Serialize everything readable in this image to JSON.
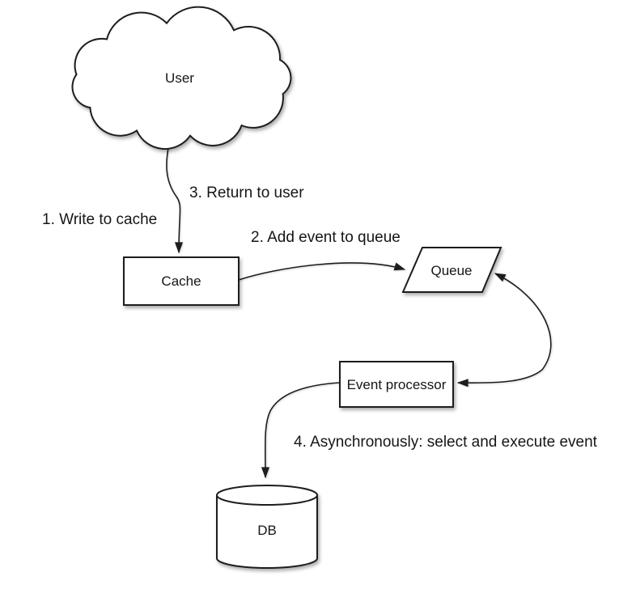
{
  "diagram": {
    "nodes": {
      "user": {
        "label": "User",
        "shape": "cloud"
      },
      "cache": {
        "label": "Cache",
        "shape": "rectangle"
      },
      "queue": {
        "label": "Queue",
        "shape": "parallelogram"
      },
      "event_processor": {
        "label": "Event processor",
        "shape": "rectangle"
      },
      "db": {
        "label": "DB",
        "shape": "cylinder"
      }
    },
    "edge_labels": {
      "step1": "1. Write to cache",
      "step2": "2. Add event to queue",
      "step3": "3. Return to user",
      "step4": "4. Asynchronously: select and execute event"
    },
    "edges": [
      {
        "from": "user",
        "to": "cache",
        "arrow": "end"
      },
      {
        "from": "cache",
        "to": "queue",
        "arrow": "end"
      },
      {
        "from": "queue",
        "to": "event_processor",
        "arrow": "both"
      },
      {
        "from": "event_processor",
        "to": "db",
        "arrow": "end"
      }
    ],
    "colors": {
      "background": "#ffffff",
      "stroke": "#1d1d1d",
      "shape_fill": "#ffffff",
      "text": "#161616"
    }
  }
}
